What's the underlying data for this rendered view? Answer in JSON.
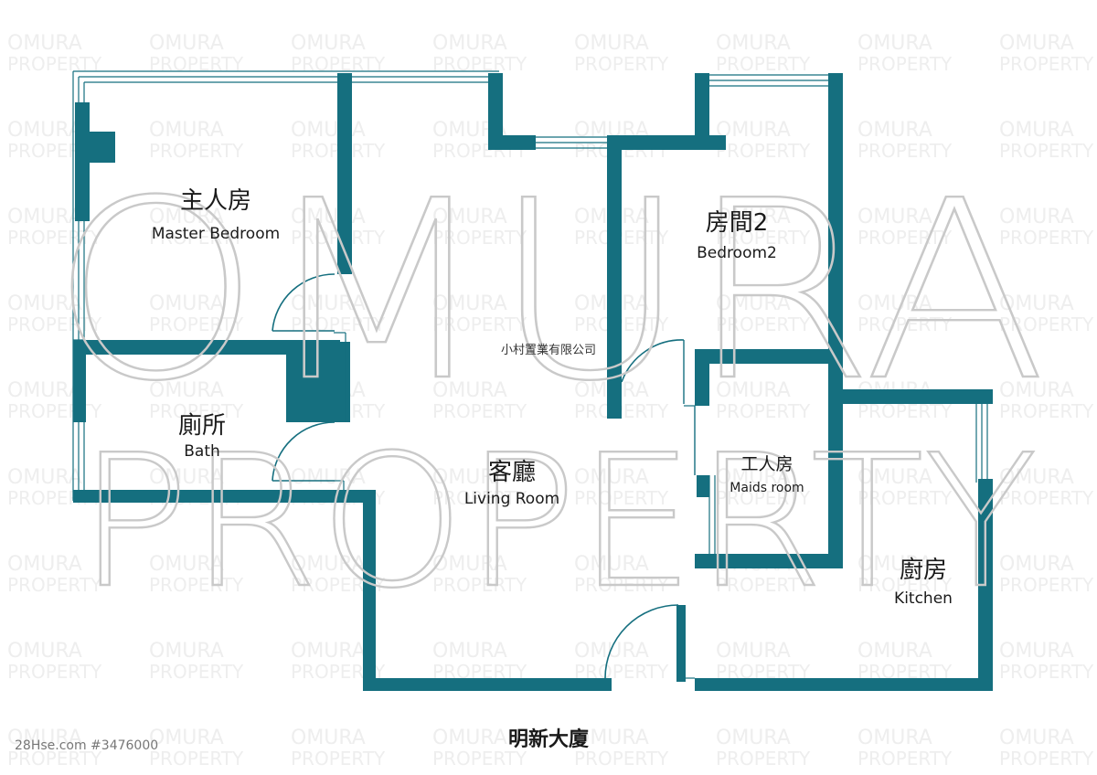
{
  "watermark": {
    "line1": "OMURA",
    "line2": "PROPERTY",
    "tile_line1": "OMURA",
    "tile_line2": "PROPERTY"
  },
  "rooms": [
    {
      "id": "master-bedroom",
      "cn": "主人房",
      "en": "Master Bedroom"
    },
    {
      "id": "bedroom2",
      "cn": "房間2",
      "en": "Bedroom2"
    },
    {
      "id": "bath",
      "cn": "廁所",
      "en": "Bath"
    },
    {
      "id": "living-room",
      "cn": "客廳",
      "en": "Living Room"
    },
    {
      "id": "maids-room",
      "cn": "工人房",
      "en": "Maids room"
    },
    {
      "id": "kitchen",
      "cn": "廚房",
      "en": "Kitchen"
    }
  ],
  "company": "小村置業有限公司",
  "building_name": "明新大廈",
  "listing_ref": "28Hse.com #3476000",
  "colors": {
    "wall": "#156f7f",
    "watermark_text": "#c9c9c9",
    "watermark_tile": "#eeeeee",
    "background": "#ffffff"
  }
}
